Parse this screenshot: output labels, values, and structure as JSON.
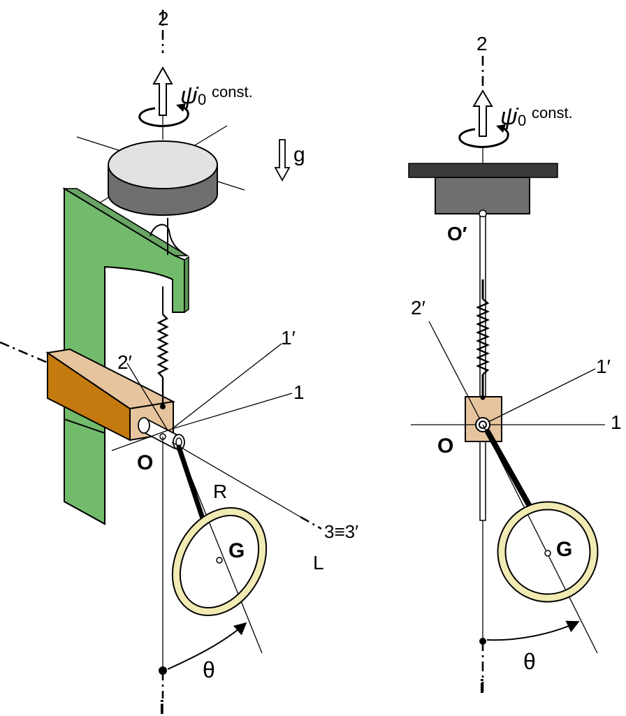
{
  "left_figure": {
    "axis_2": "2",
    "rotation_symbol": "ψ̇",
    "rotation_subscript": "0",
    "rotation_text": "const.",
    "gravity": "g",
    "label_2p": "2′",
    "label_1p": "1′",
    "label_1": "1",
    "label_O": "O",
    "label_R": "R",
    "label_G": "G",
    "label_3": "3≡3′",
    "label_L": "L",
    "label_theta": "θ",
    "label_i": "i"
  },
  "right_figure": {
    "axis_2": "2",
    "rotation_symbol": "ψ̇",
    "rotation_subscript": "0",
    "rotation_text": "const.",
    "label_Oprime": "O′",
    "label_2p": "2′",
    "label_1p": "1′",
    "label_1": "1",
    "label_O": "O",
    "label_G": "G",
    "label_theta": "θ",
    "label_i": "i"
  },
  "colors": {
    "frame_green": "#72bb6c",
    "slider_orange": "#c47a0e",
    "slider_tan": "#e6c59e",
    "disk_gray": "#6f6f6f",
    "ring_yellow": "#f1eab2",
    "plate_dark": "#3a3a3a"
  }
}
